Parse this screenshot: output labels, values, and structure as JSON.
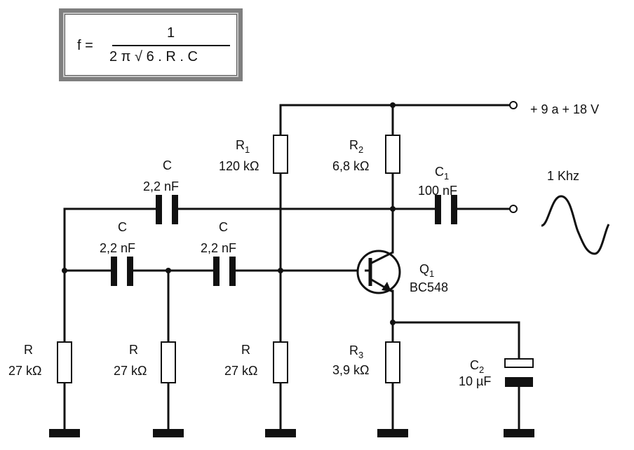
{
  "formula": {
    "lhs": "f =",
    "numerator": "1",
    "denominator": "2 π √ 6 . R . C"
  },
  "supply": {
    "label": "+ 9 a + 18 V"
  },
  "output": {
    "label": "1 Khz"
  },
  "components": {
    "R1": {
      "name": "R",
      "index": "1",
      "value": "120 kΩ"
    },
    "R2": {
      "name": "R",
      "index": "2",
      "value": "6,8 kΩ"
    },
    "R3": {
      "name": "R",
      "index": "3",
      "value": "3,9 kΩ"
    },
    "C1": {
      "name": "C",
      "index": "1",
      "value": "100 nF"
    },
    "C2": {
      "name": "C",
      "index": "2",
      "value": "10 µF"
    },
    "Q1": {
      "name": "Q",
      "index": "1",
      "value": "BC548"
    },
    "C_top": {
      "name": "C",
      "value": "2,2 nF"
    },
    "C_left": {
      "name": "C",
      "value": "2,2 nF"
    },
    "C_mid": {
      "name": "C",
      "value": "2,2 nF"
    },
    "R_a": {
      "name": "R",
      "value": "27 kΩ"
    },
    "R_b": {
      "name": "R",
      "value": "27 kΩ"
    },
    "R_c": {
      "name": "R",
      "value": "27 kΩ"
    }
  }
}
